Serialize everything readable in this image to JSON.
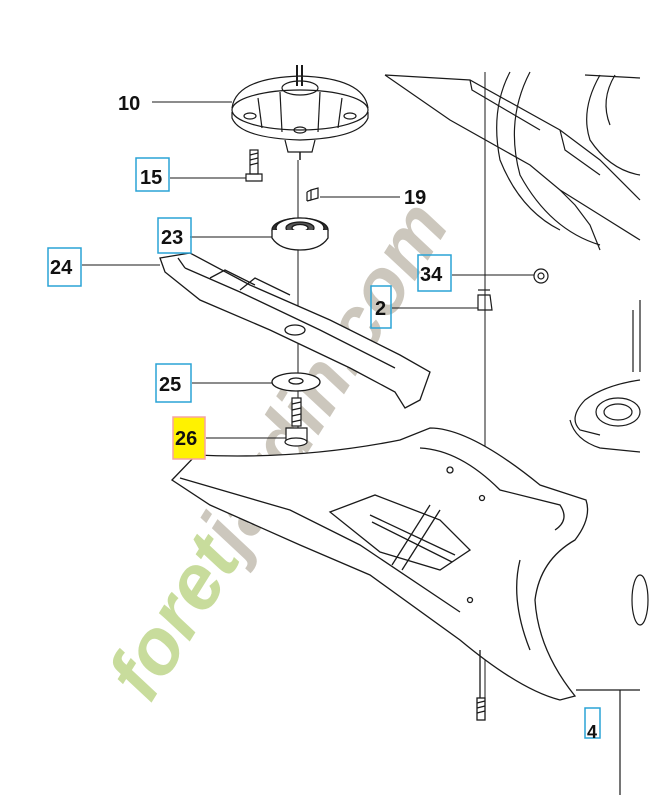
{
  "watermark": {
    "prefix": "foret",
    "suffix": "jardin.com",
    "colors": {
      "prefix": "#c8dc9c",
      "accent": "#f5c896",
      "suffix": "#ccc7bd"
    }
  },
  "colors": {
    "line": "#1a1a1a",
    "box_border": "#2aa3d6",
    "highlight_fill": "#fff200",
    "highlight_border": "#f5a3a3"
  },
  "parts": [
    {
      "number": "10",
      "name": "spindle-housing",
      "boxed": false,
      "highlighted": false
    },
    {
      "number": "15",
      "name": "housing-screw",
      "boxed": true,
      "highlighted": false
    },
    {
      "number": "19",
      "name": "key",
      "boxed": false,
      "highlighted": false
    },
    {
      "number": "23",
      "name": "bearing",
      "boxed": true,
      "highlighted": false
    },
    {
      "number": "24",
      "name": "blade",
      "boxed": true,
      "highlighted": false
    },
    {
      "number": "34",
      "name": "nut",
      "boxed": true,
      "highlighted": false
    },
    {
      "number": "2",
      "name": "spacer",
      "boxed": true,
      "highlighted": false
    },
    {
      "number": "25",
      "name": "washer",
      "boxed": true,
      "highlighted": false
    },
    {
      "number": "26",
      "name": "blade-bolt",
      "boxed": false,
      "highlighted": true
    },
    {
      "number": "4",
      "name": "partial-callout",
      "boxed": true,
      "highlighted": false
    }
  ]
}
